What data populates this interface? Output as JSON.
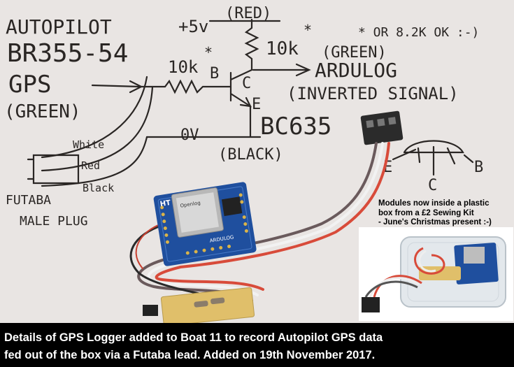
{
  "schematic": {
    "title_line1": "AUTOPILOT",
    "title_line2": "BR355-54",
    "gps_label": "GPS",
    "gps_color": "(GREEN)",
    "supply_label": "+5v",
    "supply_color": "(RED)",
    "resistor_collector": "10k",
    "resistor_base": "10k",
    "star_mark": "*",
    "resistor_note": "* OR 8.2K OK :-)",
    "base_pin": "B",
    "collector_pin": "C",
    "emitter_pin": "E",
    "output_color": "(GREEN)",
    "output_target": "ARDULOG",
    "output_note": "(INVERTED SIGNAL)",
    "transistor": "BC635",
    "ground_label": "0V",
    "ground_color": "(BLACK)",
    "wire_white": "White",
    "wire_red": "Red",
    "wire_black": "Black",
    "plug_line1": "FUTABA",
    "plug_line2": "MALE PLUG",
    "pinout_e": "E",
    "pinout_c": "C",
    "pinout_b": "B"
  },
  "board": {
    "logo": "HT",
    "sd_label": "Openlog",
    "name": "ARDULOG"
  },
  "inset_caption": [
    "Modules now inside a plastic",
    "box from a £2 Sewing Kit",
    "- June's Christmas present :-)"
  ],
  "caption": [
    "Details of GPS Logger added to Boat 11 to record Autopilot GPS data",
    "fed out of the box via a Futaba lead. Added on 19th November 2017."
  ]
}
